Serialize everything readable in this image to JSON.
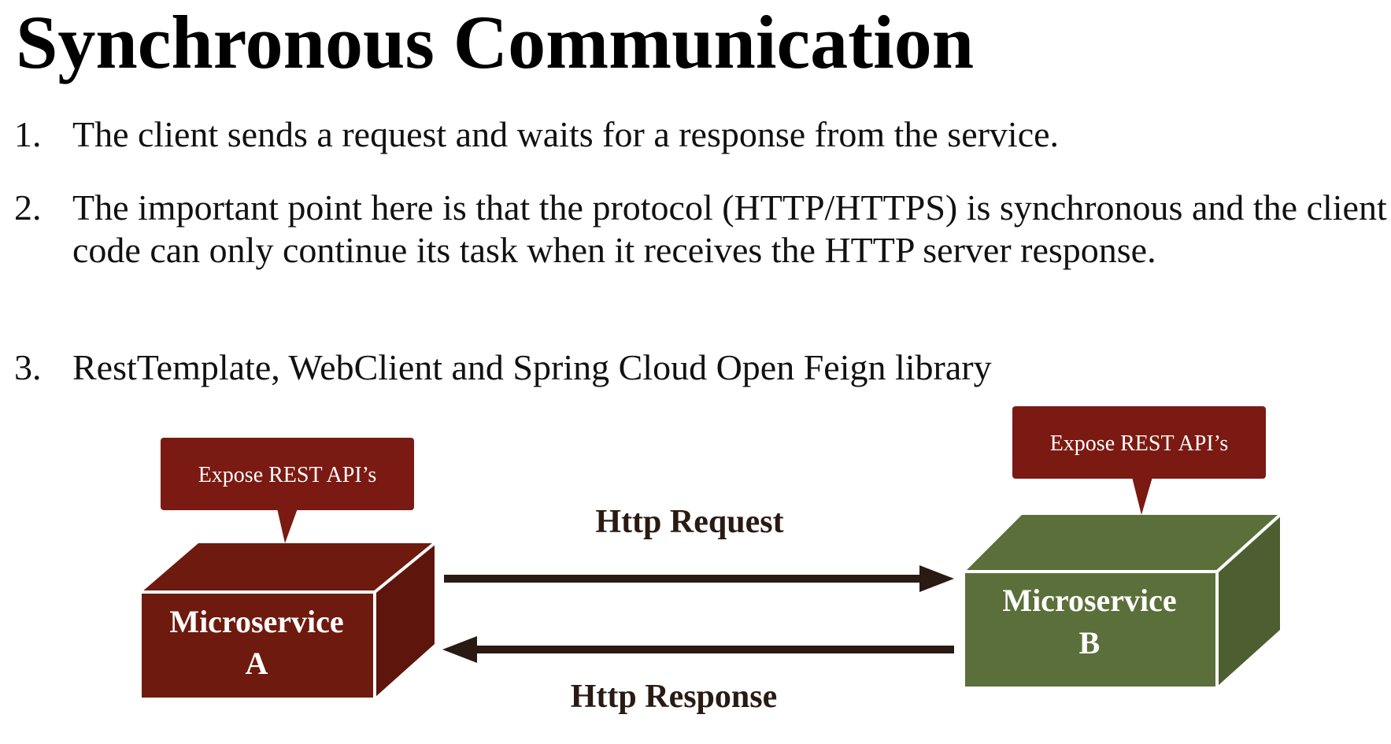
{
  "title": "Synchronous Communication",
  "points": [
    {
      "number": "1.",
      "text": "The client sends a request and waits for a response from the service."
    },
    {
      "number": "2.",
      "text": "The important point here is that the protocol (HTTP/HTTPS) is synchronous and the client code can only continue its task when it receives the HTTP server response."
    },
    {
      "number": "3.",
      "text": "RestTemplate, WebClient and Spring Cloud Open Feign library"
    }
  ],
  "diagram": {
    "service_a": {
      "label_line1": "Microservice",
      "label_line2": "A",
      "callout": "Expose REST API’s",
      "color": "#6e1a0e"
    },
    "service_b": {
      "label_line1": "Microservice",
      "label_line2": "B",
      "callout": "Expose REST API’s",
      "color": "#5b6f3a"
    },
    "request_label": "Http Request",
    "response_label": "Http Response",
    "arrow_color": "#2a1a14",
    "callout_color": "#7a1a12"
  }
}
